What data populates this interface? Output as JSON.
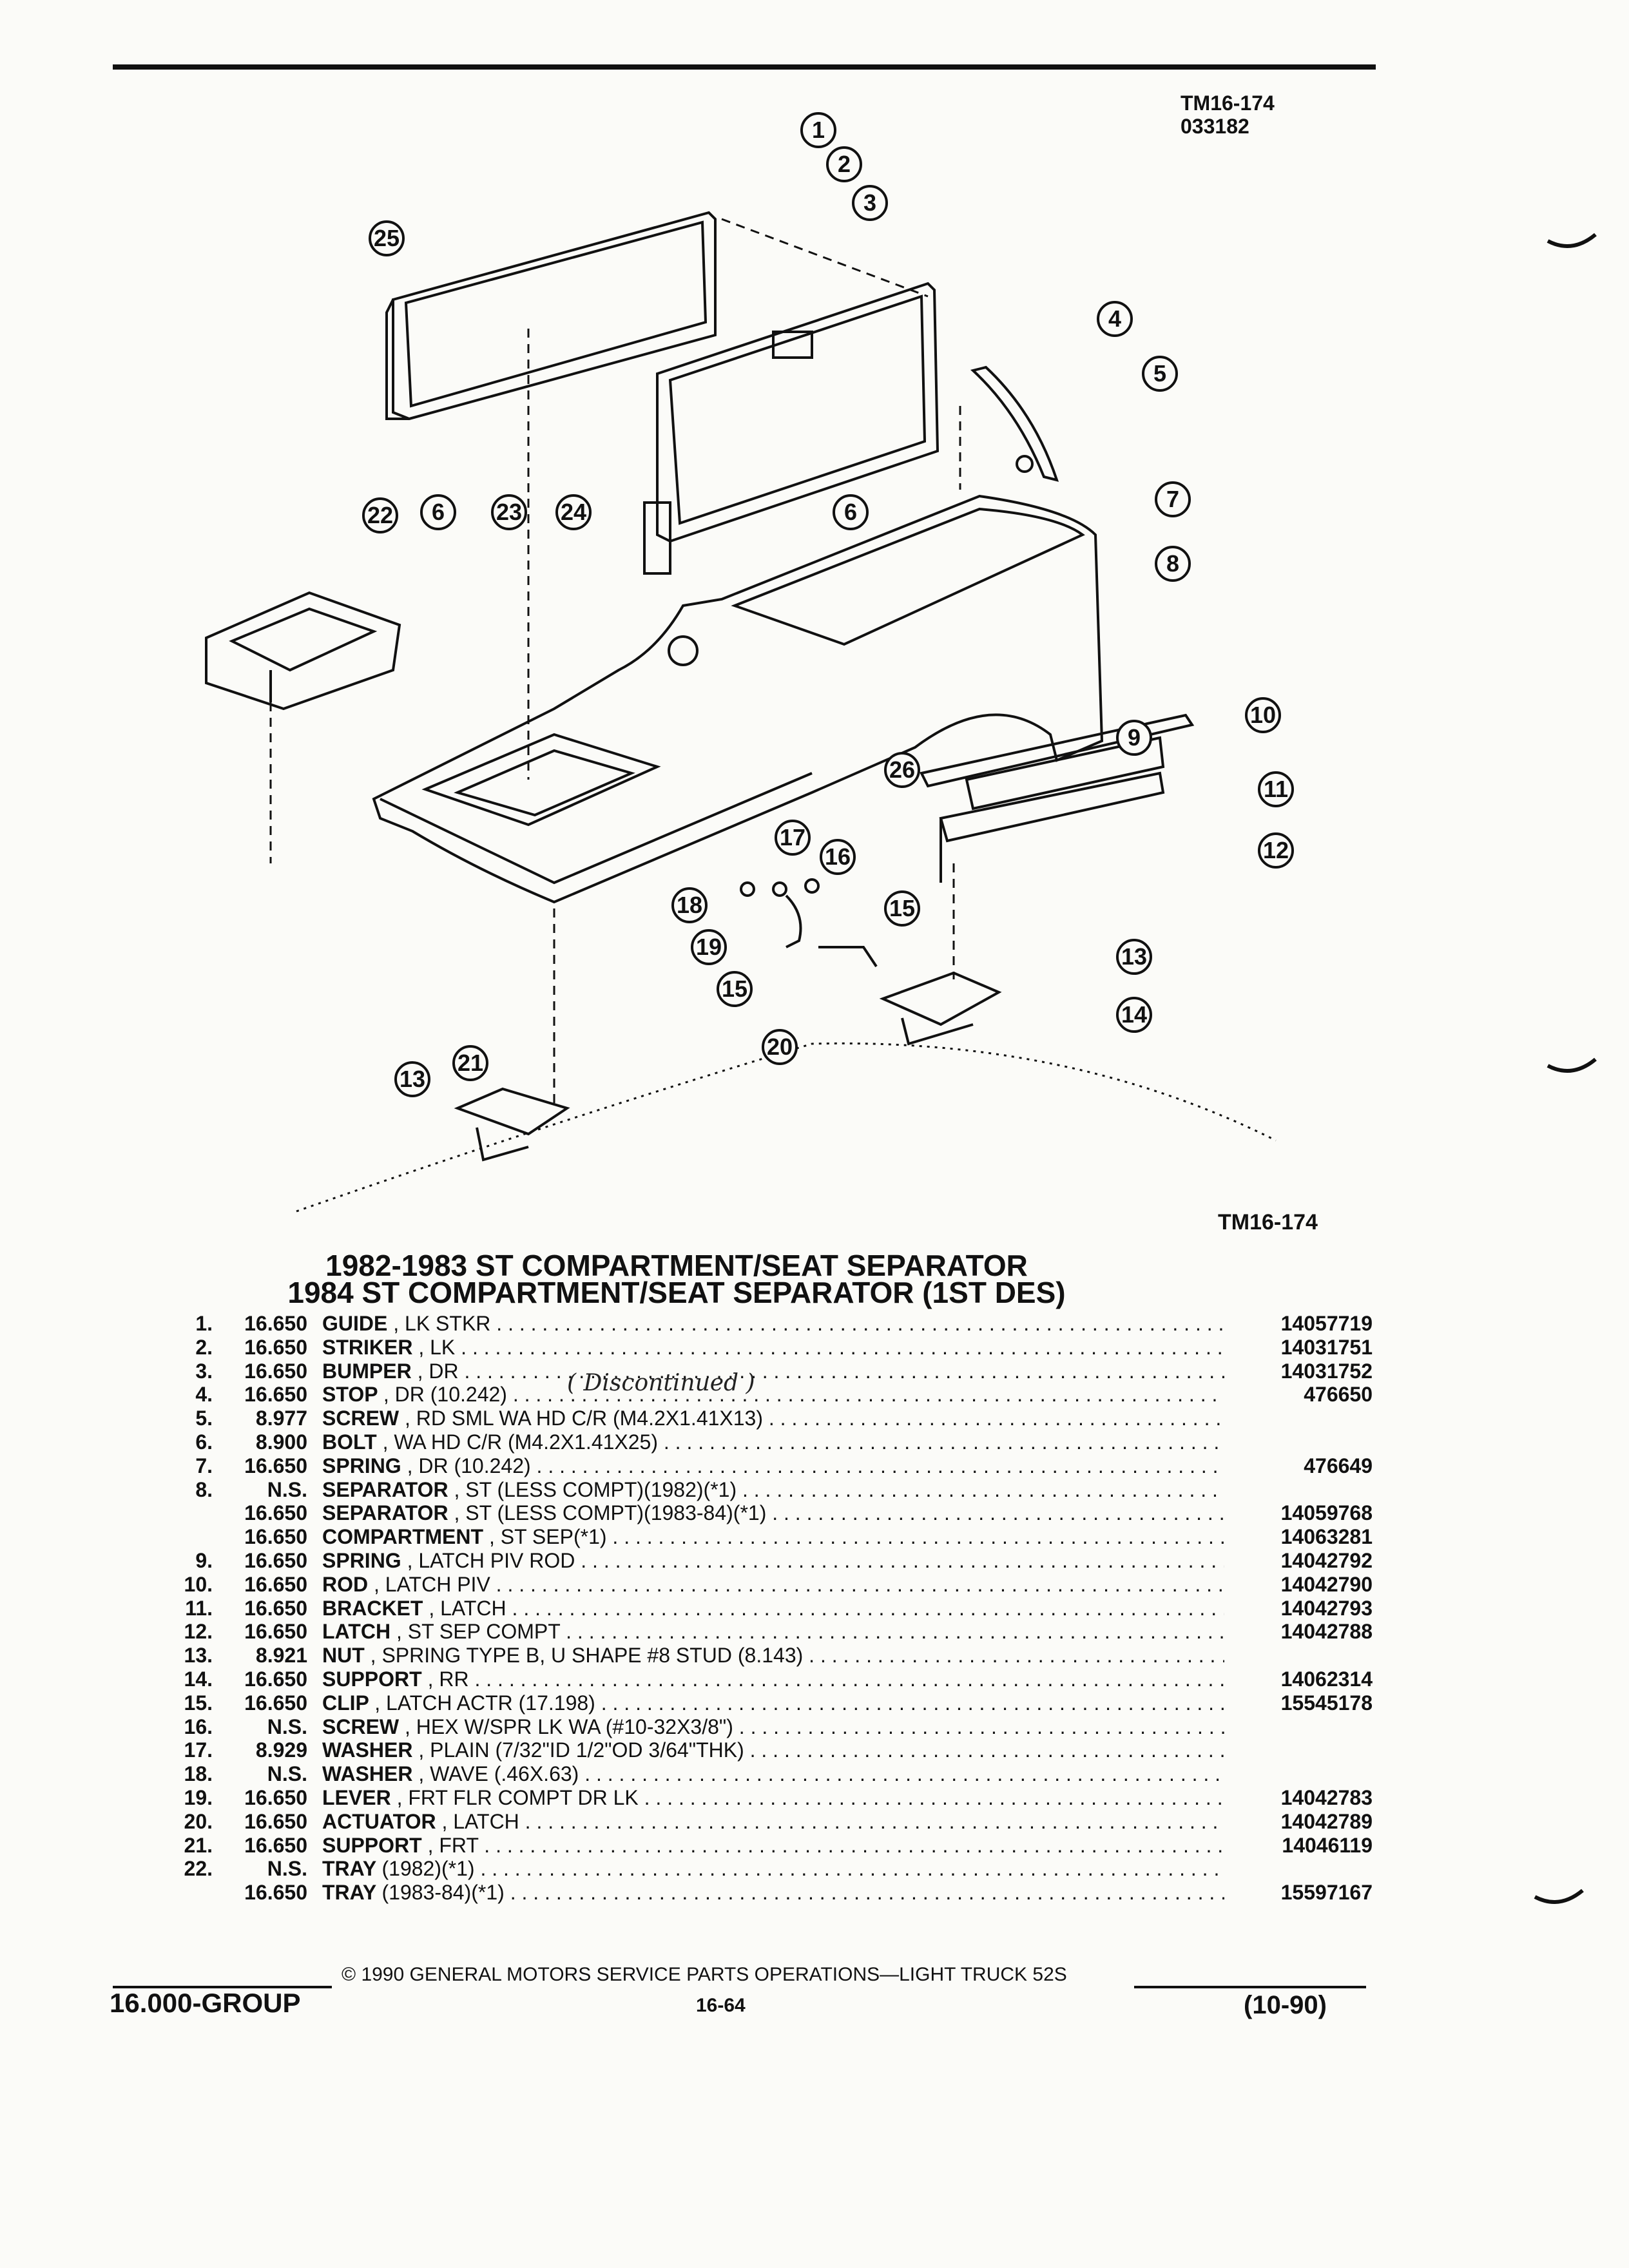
{
  "header": {
    "ref_line1": "TM16-174",
    "ref_line2": "033182"
  },
  "figure": {
    "label": "TM16-174"
  },
  "callouts": [
    "1",
    "2",
    "3",
    "4",
    "5",
    "6",
    "7",
    "8",
    "9",
    "10",
    "11",
    "12",
    "13",
    "14",
    "15",
    "16",
    "17",
    "18",
    "19",
    "20",
    "21",
    "22",
    "23",
    "24",
    "25",
    "26"
  ],
  "title": {
    "line1": "1982-1983 ST COMPARTMENT/SEAT SEPARATOR",
    "line2": "1984 ST COMPARTMENT/SEAT SEPARATOR (1ST DES)"
  },
  "handwritten_note": "( Discontinued )",
  "parts": [
    {
      "num": "1.",
      "group": "16.650",
      "name": "GUIDE",
      "desc": ", LK STKR",
      "part": "14057719"
    },
    {
      "num": "2.",
      "group": "16.650",
      "name": "STRIKER",
      "desc": ", LK",
      "part": "14031751"
    },
    {
      "num": "3.",
      "group": "16.650",
      "name": "BUMPER",
      "desc": ", DR",
      "part": "14031752"
    },
    {
      "num": "4.",
      "group": "16.650",
      "name": "STOP",
      "desc": ", DR (10.242)",
      "part": "476650"
    },
    {
      "num": "5.",
      "group": "8.977",
      "name": "SCREW",
      "desc": ", RD SML WA HD C/R (M4.2X1.41X13)",
      "part": ""
    },
    {
      "num": "6.",
      "group": "8.900",
      "name": "BOLT",
      "desc": ", WA HD C/R (M4.2X1.41X25)",
      "part": ""
    },
    {
      "num": "7.",
      "group": "16.650",
      "name": "SPRING",
      "desc": ", DR (10.242)",
      "part": "476649"
    },
    {
      "num": "8.",
      "group": "N.S.",
      "name": "SEPARATOR",
      "desc": ", ST (LESS COMPT)(1982)(*1)",
      "part": ""
    },
    {
      "num": "",
      "group": "16.650",
      "name": "SEPARATOR",
      "desc": ", ST (LESS COMPT)(1983-84)(*1)",
      "part": "14059768"
    },
    {
      "num": "",
      "group": "16.650",
      "name": "COMPARTMENT",
      "desc": ", ST SEP(*1)",
      "part": "14063281"
    },
    {
      "num": "9.",
      "group": "16.650",
      "name": "SPRING",
      "desc": ", LATCH PIV ROD",
      "part": "14042792"
    },
    {
      "num": "10.",
      "group": "16.650",
      "name": "ROD",
      "desc": ", LATCH PIV",
      "part": "14042790"
    },
    {
      "num": "11.",
      "group": "16.650",
      "name": "BRACKET",
      "desc": ", LATCH",
      "part": "14042793"
    },
    {
      "num": "12.",
      "group": "16.650",
      "name": "LATCH",
      "desc": ", ST SEP COMPT",
      "part": "14042788"
    },
    {
      "num": "13.",
      "group": "8.921",
      "name": "NUT",
      "desc": ", SPRING TYPE B, U SHAPE #8 STUD (8.143)",
      "part": ""
    },
    {
      "num": "14.",
      "group": "16.650",
      "name": "SUPPORT",
      "desc": ", RR",
      "part": "14062314"
    },
    {
      "num": "15.",
      "group": "16.650",
      "name": "CLIP",
      "desc": ", LATCH ACTR (17.198)",
      "part": "15545178"
    },
    {
      "num": "16.",
      "group": "N.S.",
      "name": "SCREW",
      "desc": ", HEX W/SPR LK WA (#10-32X3/8\")",
      "part": ""
    },
    {
      "num": "17.",
      "group": "8.929",
      "name": "WASHER",
      "desc": ", PLAIN (7/32\"ID 1/2\"OD 3/64\"THK)",
      "part": ""
    },
    {
      "num": "18.",
      "group": "N.S.",
      "name": "WASHER",
      "desc": ", WAVE (.46X.63)",
      "part": ""
    },
    {
      "num": "19.",
      "group": "16.650",
      "name": "LEVER",
      "desc": ", FRT FLR COMPT DR LK",
      "part": "14042783"
    },
    {
      "num": "20.",
      "group": "16.650",
      "name": "ACTUATOR",
      "desc": ", LATCH",
      "part": "14042789"
    },
    {
      "num": "21.",
      "group": "16.650",
      "name": "SUPPORT",
      "desc": ", FRT",
      "part": "14046119"
    },
    {
      "num": "22.",
      "group": "N.S.",
      "name": "TRAY",
      "desc": "(1982)(*1)",
      "part": ""
    },
    {
      "num": "",
      "group": "16.650",
      "name": "TRAY",
      "desc": "(1983-84)(*1)",
      "part": "15597167"
    }
  ],
  "footer": {
    "copyright": "© 1990 GENERAL MOTORS SERVICE PARTS OPERATIONS—LIGHT TRUCK 52S",
    "group": "16.000-GROUP",
    "page": "16-64",
    "date": "(10-90)"
  }
}
